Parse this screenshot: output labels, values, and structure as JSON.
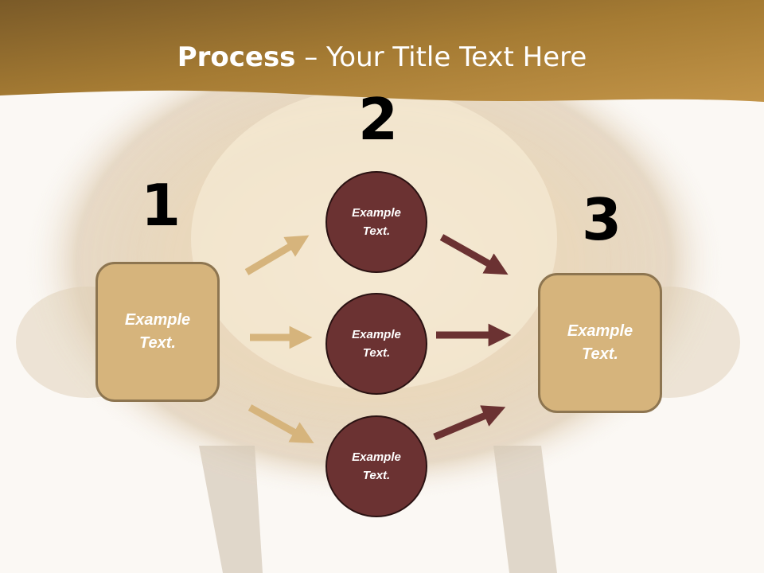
{
  "slide": {
    "title_bold": "Process",
    "title_rest": " – Your Title Text Here"
  },
  "steps": {
    "n1": "1",
    "n2": "2",
    "n3": "3"
  },
  "nodes": {
    "left_box": "Example\nText.",
    "circle_top": "Example\nText.",
    "circle_mid": "Example\nText.",
    "circle_bottom": "Example\nText.",
    "right_box": "Example\nText."
  },
  "colors": {
    "banner": "#a0782f",
    "box_fill": "#d6b47c",
    "circle_fill": "#6b3232",
    "arrow_tan": "#d6b47c",
    "arrow_dark": "#6b3232"
  }
}
